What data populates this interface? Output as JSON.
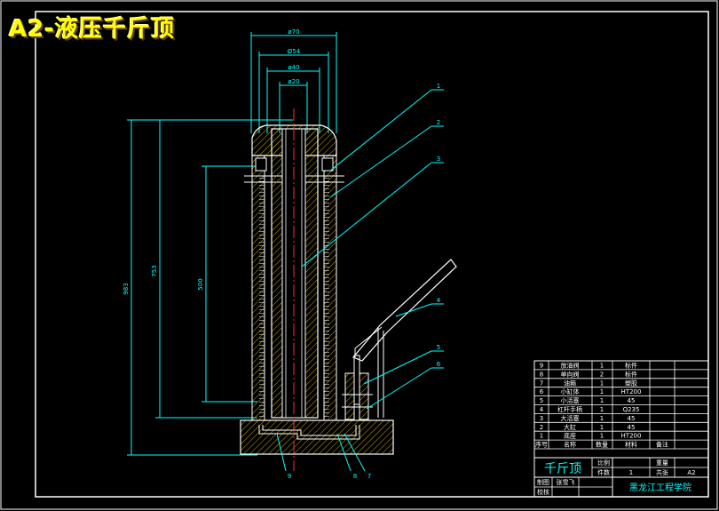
{
  "title": "A2-液压千斤顶",
  "dimensions": {
    "d70": "ø70",
    "d54": "Ø54",
    "d40": "ø40",
    "d20": "ø20",
    "h983": "983",
    "h753": "753",
    "h500": "500"
  },
  "callouts": [
    "1",
    "2",
    "3",
    "4",
    "5",
    "6",
    "7",
    "8",
    "9"
  ],
  "parts_list": {
    "rows": [
      {
        "no": "9",
        "name": "放油阀",
        "qty": "1",
        "material": "标件"
      },
      {
        "no": "8",
        "name": "单向阀",
        "qty": "2",
        "material": "标件"
      },
      {
        "no": "7",
        "name": "油箱",
        "qty": "1",
        "material": "塑胶"
      },
      {
        "no": "6",
        "name": "小缸体",
        "qty": "1",
        "material": "HT200"
      },
      {
        "no": "5",
        "name": "小活塞",
        "qty": "1",
        "material": "45"
      },
      {
        "no": "4",
        "name": "杠杆手柄",
        "qty": "1",
        "material": "Q235"
      },
      {
        "no": "3",
        "name": "大活塞",
        "qty": "1",
        "material": "45"
      },
      {
        "no": "2",
        "name": "大缸",
        "qty": "1",
        "material": "45"
      },
      {
        "no": "1",
        "name": "底座",
        "qty": "1",
        "material": "HT200"
      }
    ],
    "header": {
      "no": "序号",
      "name": "名称",
      "qty": "数量",
      "material": "材料",
      "note": "备注"
    }
  },
  "title_block": {
    "drawing_name": "千斤顶",
    "scale_label": "比例",
    "qty_label": "件数",
    "weight_label": "重量",
    "count_value": "1",
    "sheet_label": "共张",
    "sheet_size": "A2",
    "drafter_label": "制图",
    "drafter_name": "张雪飞",
    "checker_label": "校核",
    "school": "黑龙江工程学院"
  },
  "colors": {
    "background": "#000000",
    "frame": "#ffffff",
    "dimension": "#00ffff",
    "outline": "#ffffff",
    "hatch": "#e6c200",
    "centerline": "#ff3030",
    "leader": "#00ffff",
    "title": "#ffff00",
    "school": "#00ffff"
  }
}
